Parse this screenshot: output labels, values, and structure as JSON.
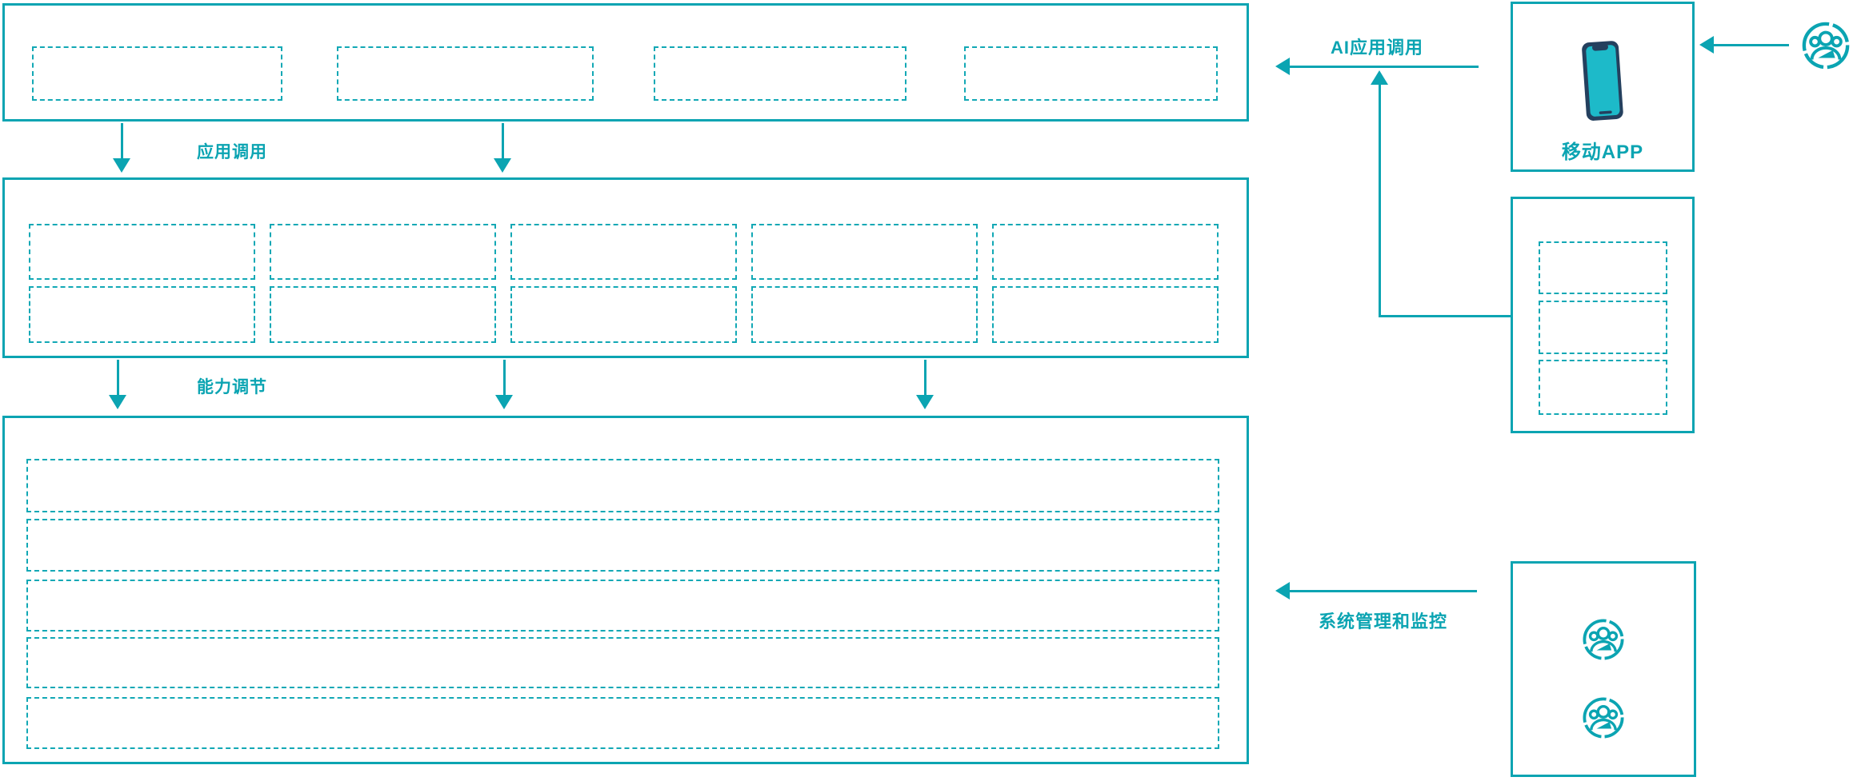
{
  "diagram": {
    "labels": {
      "app_call": "应用调用",
      "capability_adjust": "能力调节",
      "ai_app_call": "AI应用调用",
      "mobile_app": "移动APP",
      "system_monitor": "系统管理和监控"
    },
    "colors": {
      "accent_teal": "#0ba4b2",
      "phone_screen": "#1dbac9",
      "phone_body": "#24405e",
      "background": "#ffffff"
    },
    "icons": {
      "user_group_top_right": "user-group-icon",
      "user_group_admin_1": "user-group-icon",
      "user_group_admin_2": "user-group-icon",
      "mobile_phone": "mobile-phone-icon"
    }
  }
}
